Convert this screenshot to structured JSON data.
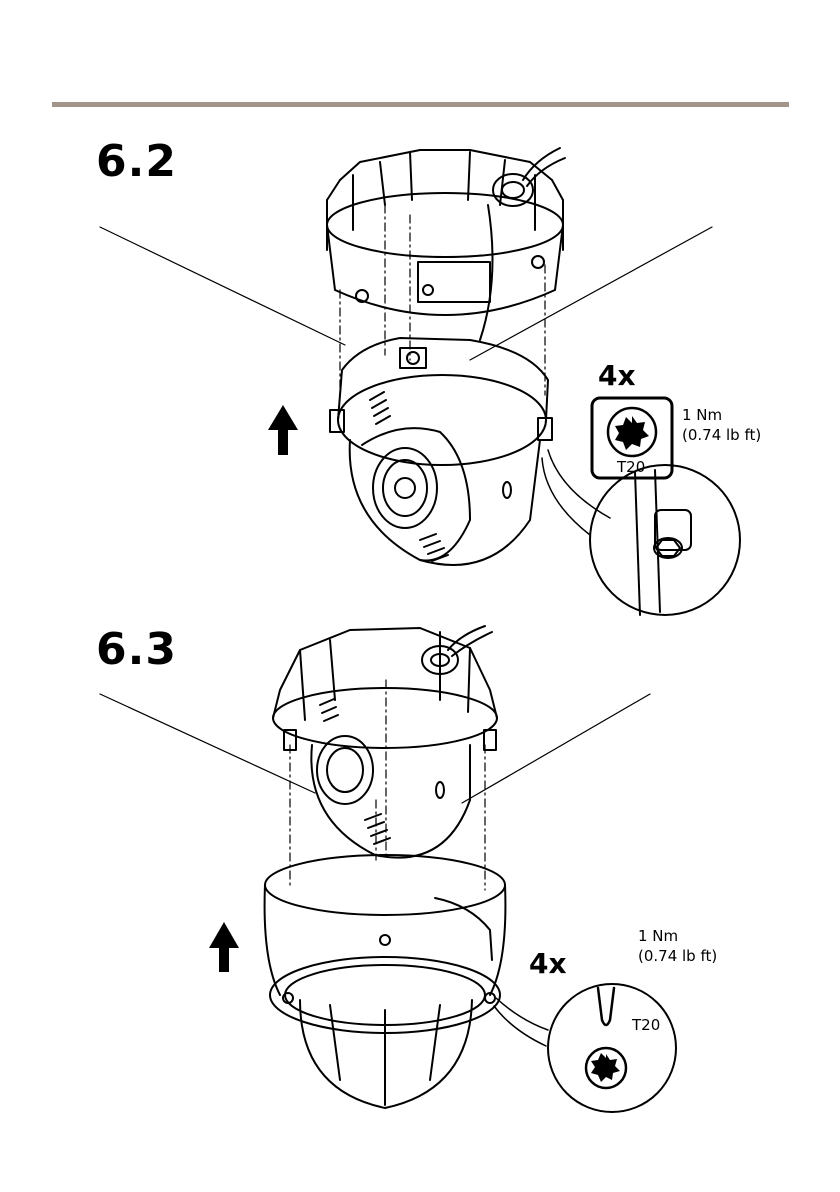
{
  "step1": {
    "number": "6.2",
    "quantity": "4x",
    "torque": "1 Nm",
    "torque_imperial": "(0.74 lb ft)",
    "tool": "T20"
  },
  "step2": {
    "number": "6.3",
    "quantity": "4x",
    "torque": "1 Nm",
    "torque_imperial": "(0.74 lb ft)",
    "tool": "T20"
  },
  "colors": {
    "rule": "#a39489",
    "ink": "#000000"
  }
}
